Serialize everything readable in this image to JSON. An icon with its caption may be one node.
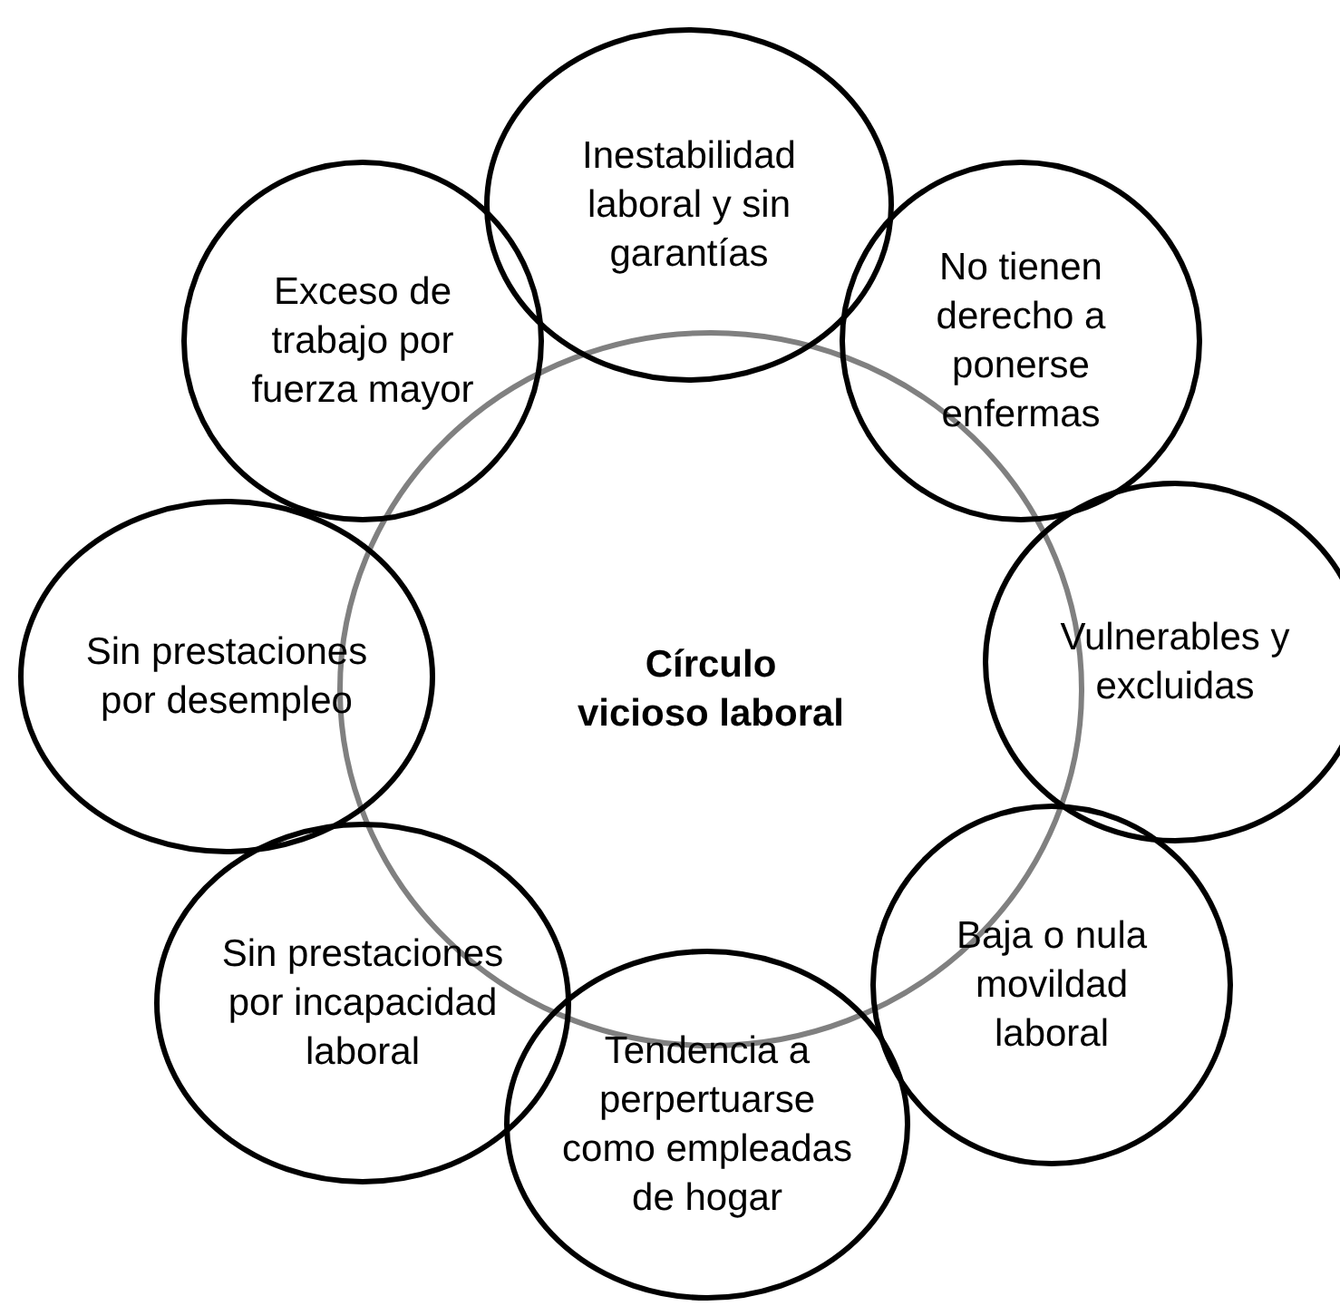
{
  "diagram": {
    "nodes": [
      {
        "text": [
          "Círculo vicioso laboral"
        ]
      },
      {
        "text": [
          "Inestabilidad laboral y sin garantías"
        ]
      },
      {
        "text": [
          "No tienen derecho a ponerse enfermas"
        ]
      },
      {
        "text": [
          "Vulnerables y excluidas"
        ]
      },
      {
        "text": [
          "Baja o nula movildad laboral"
        ]
      },
      {
        "text": [
          "Tendencia a perpertuarse como empleadas de hogar"
        ]
      },
      {
        "text": [
          "Sin prestaciones por incapacidad laboral"
        ]
      },
      {
        "text": [
          "Sin prestaciones por desempleo"
        ]
      },
      {
        "text": [
          "Exceso de trabajo por fuerza mayor"
        ]
      }
    ]
  }
}
